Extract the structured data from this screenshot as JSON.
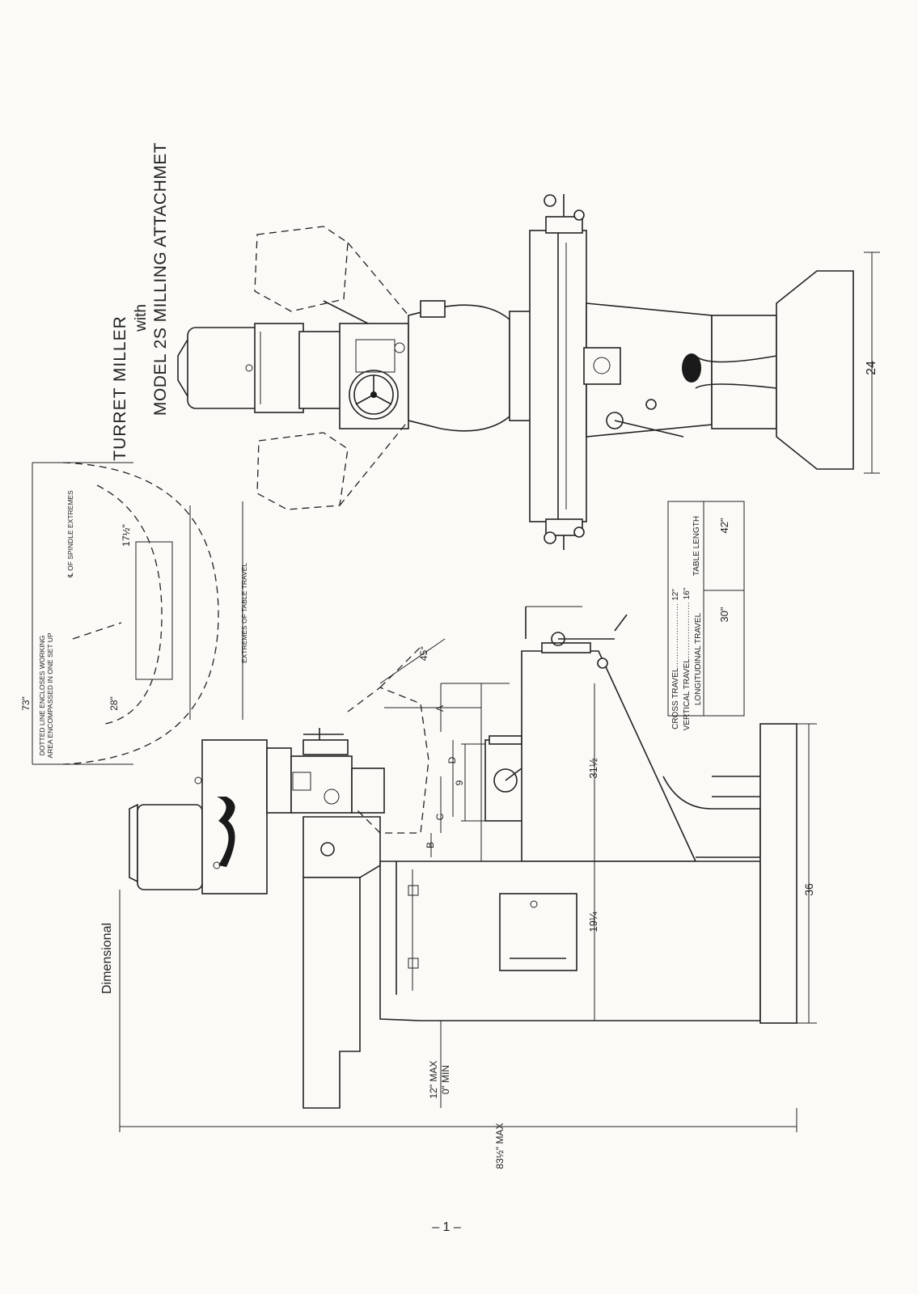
{
  "title": {
    "line1": "TURRET MILLER",
    "line2": "with",
    "line3": "MODEL 2S MILLING ATTACHMET"
  },
  "section_label": "Dimensional",
  "page_number": "– 1 –",
  "travel_table": {
    "cross_travel": "CROSS TRAVEL…………………… 12\"",
    "vertical_travel": "VERTICAL TRAVEL………………… 16\"",
    "longitudinal_header": "LONGITUDINAL TRAVEL",
    "table_length_header": "TABLE LENGTH",
    "longitudinal_value": "30\"",
    "table_length_value": "42\""
  },
  "plan_view": {
    "width_73": "73\"",
    "dotted_note_1": "DOTTED LINE ENCLOSES WORKING",
    "dotted_note_2": "AREA ENCOMPASSED IN ONE SET UP",
    "dim_28": "28\"",
    "spindle_extremes": "℄ OF SPINDLE EXTREMES",
    "dim_17_half": "17½\"",
    "table_travel": "EXTREMES OF TABLE TRAVEL"
  },
  "dimensions": {
    "d24": "24",
    "d36": "36",
    "d45": "45°",
    "dA": "A",
    "dB": "B",
    "dC": "C",
    "dD": "D",
    "d9": "9",
    "d31_half": "31½",
    "d19_quarter": "19¼",
    "d12_max": "12\" MAX",
    "d0_min": "0\" MIN",
    "d83_half": "83½\" MAX"
  }
}
